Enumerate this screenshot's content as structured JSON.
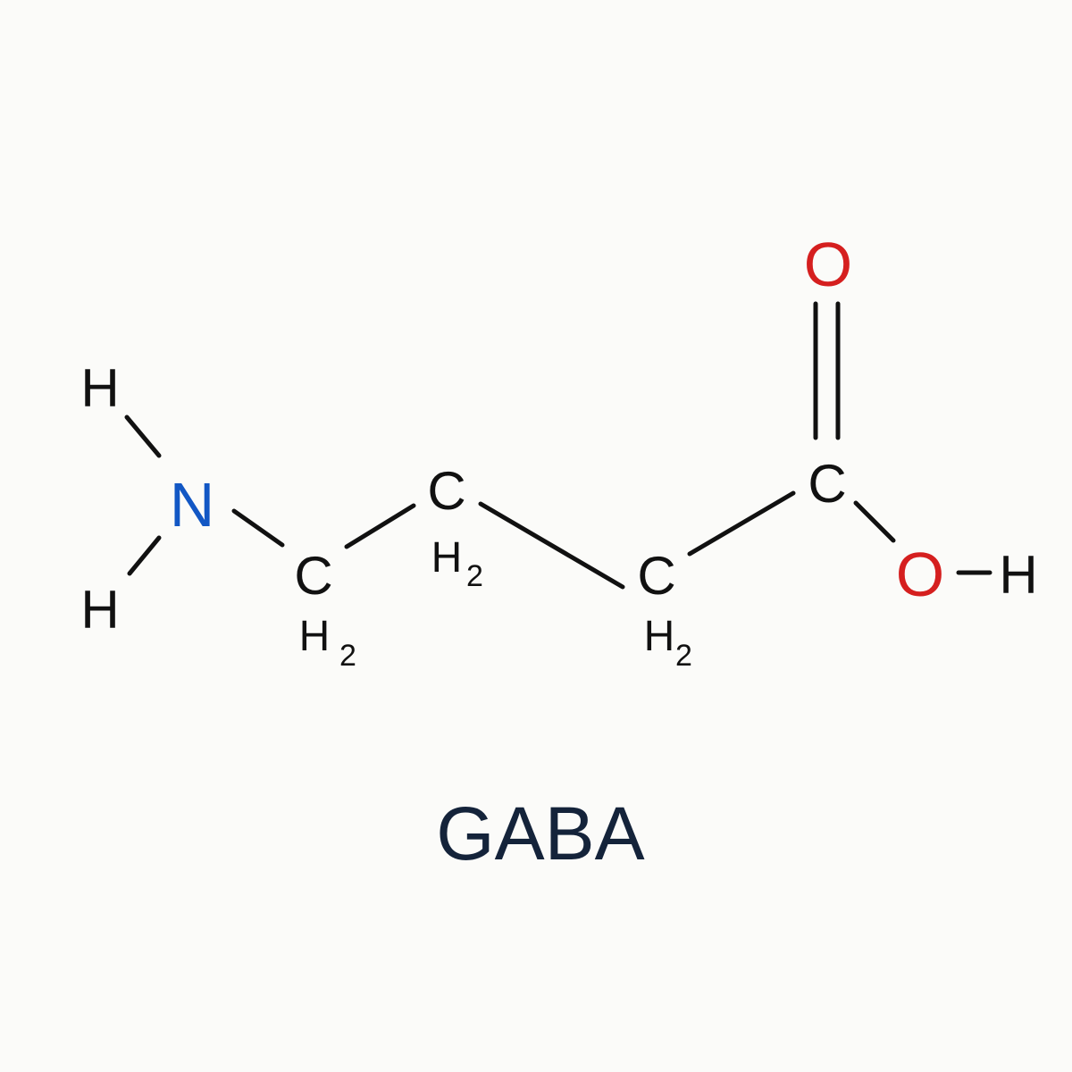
{
  "molecule": {
    "name": "GABA",
    "colors": {
      "carbon": "#111111",
      "hydrogen": "#111111",
      "nitrogen": "#1257c4",
      "oxygen": "#d51f1f",
      "title": "#14233a",
      "background": "#fbfbf9"
    },
    "atoms": {
      "h_top": "H",
      "n": "N",
      "h_bottom": "H",
      "c1": "C",
      "c1_h": "H",
      "c1_sub": "2",
      "c2": "C",
      "c2_h": "H",
      "c2_sub": "2",
      "c3": "C",
      "c3_h": "H",
      "c3_sub": "2",
      "c4": "C",
      "o_double": "O",
      "o_hydroxyl": "O",
      "h_hydroxyl": "H"
    }
  }
}
